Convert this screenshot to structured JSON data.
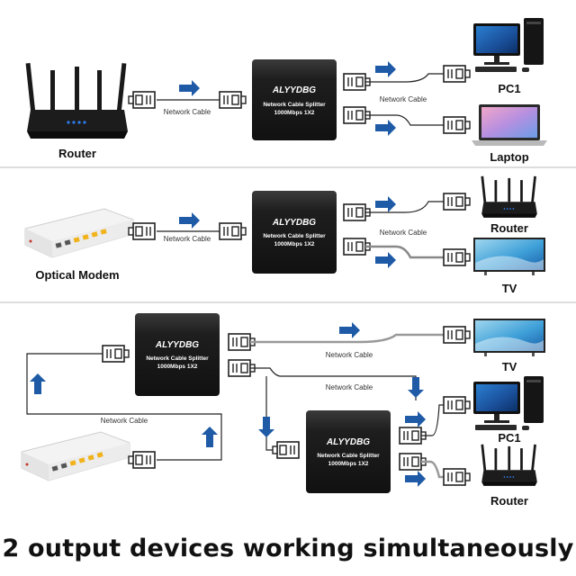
{
  "footer_text": "2 output devices working simultaneously",
  "brand": "ALYYDBG",
  "product_line1": "Network Cable Splitter",
  "product_line2": "1000Mbps 1X2",
  "cable_label": "Network Cable",
  "devices": {
    "router": "Router",
    "pc": "PC1",
    "laptop": "Laptop",
    "optical_modem": "Optical Modem",
    "tv": "TV"
  },
  "colors": {
    "arrow": "#1f5aa6",
    "splitter": "#1b1b1b",
    "divider": "#bbbbbb"
  },
  "icons": [
    "router-icon",
    "splitter-icon",
    "rj45-plug-icon",
    "arrow-icon",
    "pc-icon",
    "laptop-icon",
    "modem-icon",
    "tv-icon"
  ]
}
